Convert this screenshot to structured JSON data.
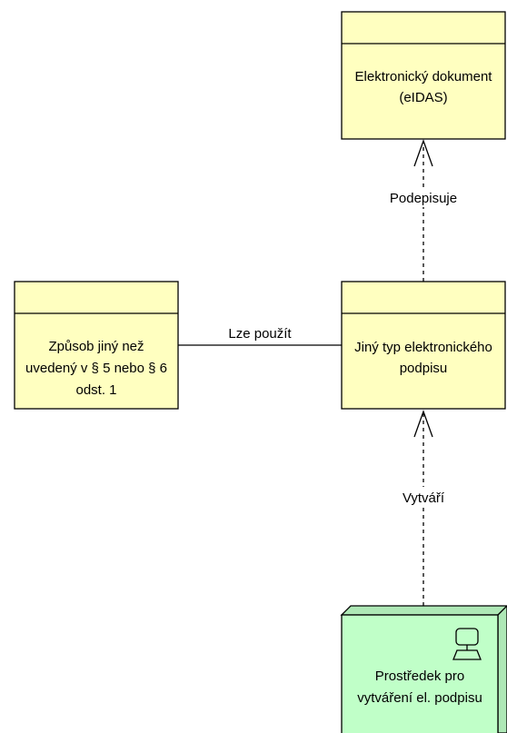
{
  "colors": {
    "object_fill": "#ffffc0",
    "device_fill": "#c0ffc8",
    "line": "#000000",
    "text": "#000000"
  },
  "nodes": {
    "elektronicky_dokument": {
      "line1": "Elektronický dokument",
      "line2": "(eIDAS)"
    },
    "jiny_typ": {
      "line1": "Jiný typ elektronického",
      "line2": "podpisu"
    },
    "zpusob": {
      "line1": "Způsob jiný než",
      "line2": "uvedený v § 5 nebo § 6",
      "line3": "odst. 1"
    },
    "prostredek": {
      "line1": "Prostředek pro",
      "line2": "vytváření el. podpisu",
      "icon": "computer-icon"
    }
  },
  "relations": {
    "podepisuje": "Podepisuje",
    "lze_pouzit": "Lze použít",
    "vytvari": "Vytváří"
  }
}
